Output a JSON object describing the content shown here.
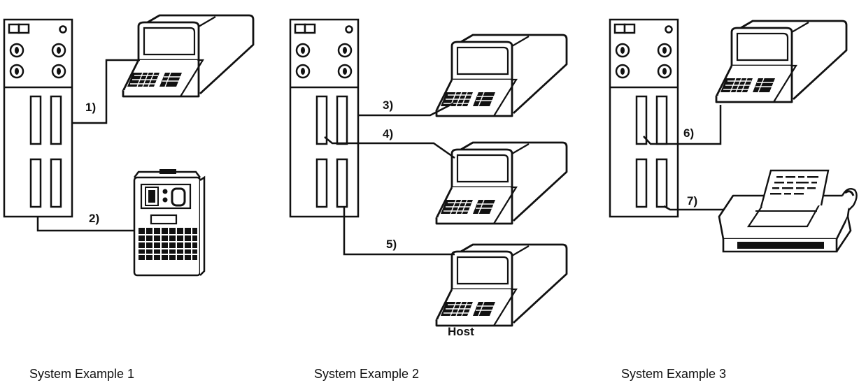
{
  "examples": [
    {
      "caption": "System Example 1",
      "connections": [
        {
          "label": "1)",
          "device": "terminal"
        },
        {
          "label": "2)",
          "device": "time-clock-terminal"
        }
      ]
    },
    {
      "caption": "System Example 2",
      "connections": [
        {
          "label": "3)",
          "device": "terminal"
        },
        {
          "label": "4)",
          "device": "terminal"
        },
        {
          "label": "5)",
          "device": "host-terminal"
        }
      ],
      "host_label": "Host"
    },
    {
      "caption": "System Example 3",
      "connections": [
        {
          "label": "6)",
          "device": "terminal"
        },
        {
          "label": "7)",
          "device": "printer"
        }
      ]
    }
  ],
  "colors": {
    "ink": "#111111",
    "paper": "#ffffff"
  },
  "icons": [
    "controller-cabinet-icon",
    "terminal-icon",
    "time-clock-icon",
    "printer-icon"
  ]
}
